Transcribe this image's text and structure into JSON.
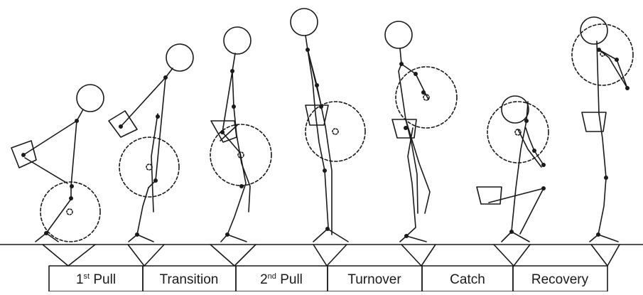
{
  "phases": [
    {
      "label": "1",
      "sup": "st",
      "rest": " Pull"
    },
    {
      "label": "Transition",
      "sup": "",
      "rest": ""
    },
    {
      "label": "2",
      "sup": "nd",
      "rest": " Pull"
    },
    {
      "label": "Turnover",
      "sup": "",
      "rest": ""
    },
    {
      "label": "Catch",
      "sup": "",
      "rest": ""
    },
    {
      "label": "Recovery",
      "sup": "",
      "rest": ""
    }
  ]
}
